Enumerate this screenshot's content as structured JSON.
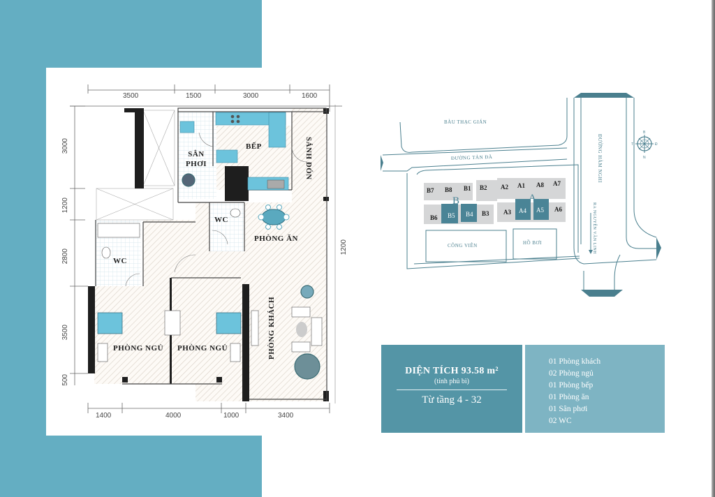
{
  "theme": {
    "teal_bg": "#64aec2",
    "info_dark": "#5495a6",
    "info_light": "#7eb4c3",
    "map_line": "#4a7f8e",
    "furniture_blue": "#6cc3dc"
  },
  "floor_plan": {
    "dims_top": [
      "3500",
      "1500",
      "3000",
      "1600"
    ],
    "dims_bottom": [
      "1400",
      "4000",
      "1000",
      "3400"
    ],
    "dims_left": [
      "3000",
      "1200",
      "2800",
      "3500",
      "500"
    ],
    "dims_right": [
      "1200"
    ],
    "rooms": {
      "san_phoi": "SÂN PHƠI",
      "bep": "BẾP",
      "sanh_don": "SẢNH ĐÓN",
      "wc_1": "WC",
      "wc_2": "WC",
      "phong_an": "PHÒNG ĂN",
      "phong_khach": "PHÒNG KHÁCH",
      "phong_ngu_1": "PHÒNG NGỦ",
      "phong_ngu_2": "PHÒNG NGỦ"
    }
  },
  "site_map": {
    "lake": "BÀU THẠC GIÁN",
    "street_top": "ĐƯỜNG TẢN ĐÀ",
    "street_right": "ĐƯỜNG HÀM NGHI",
    "direction": "RA NGUYỄN VĂN LINH",
    "park": "CÔNG VIÊN",
    "pool": "HỒ BƠI",
    "tower_b": "B",
    "tower_a": "A",
    "blocks_b_top": [
      "B7",
      "B8",
      "B1",
      "B2"
    ],
    "blocks_b_bottom": [
      "B6",
      "B5",
      "B4",
      "B3"
    ],
    "blocks_a_top": [
      "A2",
      "A1",
      "A8",
      "A7"
    ],
    "blocks_a_bottom": [
      "A3",
      "A4",
      "A5",
      "A6"
    ],
    "highlighted": [
      "B5",
      "B4",
      "A4",
      "A5"
    ],
    "compass": {
      "n_top": "B",
      "left": "T",
      "right": "Đ",
      "bottom": "N"
    }
  },
  "info": {
    "area_label": "DIỆN TÍCH 93.58 m²",
    "area_note": "(tính phủ bì)",
    "floors": "Từ tầng 4 - 32",
    "features": [
      "01 Phòng khách",
      "02 Phòng ngủ",
      "01 Phòng bếp",
      "01 Phòng ăn",
      "01 Sân phơi",
      "02 WC"
    ]
  }
}
